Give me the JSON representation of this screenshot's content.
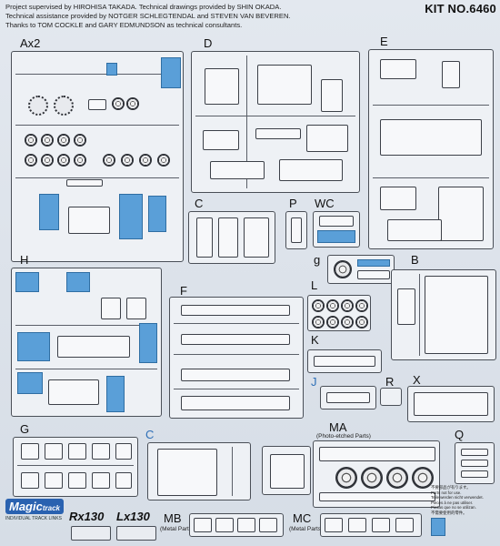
{
  "header": {
    "credit_lines": [
      "Project supervised by HIROHISA TAKADA. Technical drawings provided by SHIN OKADA.",
      "Technical assistance provided by NOTGER SCHLEGTENDAL and STEVEN VAN BEVEREN.",
      "Thanks to TOM COCKLE and GARY EDMUNDSON as technical consultants."
    ],
    "kit_number": "KIT NO.6460"
  },
  "sprues": {
    "ax2": {
      "label": "Ax2"
    },
    "d": {
      "label": "D"
    },
    "e": {
      "label": "E"
    },
    "c_small": {
      "label": "C"
    },
    "p": {
      "label": "P"
    },
    "wc": {
      "label": "WC"
    },
    "g_small": {
      "label": "g"
    },
    "b": {
      "label": "B"
    },
    "h": {
      "label": "H"
    },
    "f": {
      "label": "F"
    },
    "l": {
      "label": "L"
    },
    "k": {
      "label": "K"
    },
    "j": {
      "label": "J"
    },
    "r": {
      "label": "R"
    },
    "x": {
      "label": "X"
    },
    "g_large": {
      "label": "G"
    },
    "c_large": {
      "label": "C"
    },
    "ma": {
      "label": "MA",
      "sub": "(Photo-etched Parts)"
    },
    "q": {
      "label": "Q"
    },
    "rx130": {
      "label": "Rx130"
    },
    "lx130": {
      "label": "Lx130"
    },
    "mb": {
      "label": "MB",
      "sub": "(Metal Parts)"
    },
    "mc": {
      "label": "MC",
      "sub": "(Metal Parts)"
    }
  },
  "footer": {
    "brand": "Magic",
    "brand_suffix": "track",
    "tagline": "INDIVIDUAL TRACK LINKS",
    "notice_title": "不要部品が有ります。",
    "notice_lines": [
      "Parts not for use.",
      "Teile werden nicht verwendet.",
      "Pièces à ne pas utiliser.",
      "Piezas que no se utilizan.",
      "不需要使用的零件。"
    ]
  },
  "colors": {
    "unused_part_blue": "#5a9fd8",
    "sprue_frame": "#4a4f57",
    "blue_label": "#2e6fb7"
  }
}
